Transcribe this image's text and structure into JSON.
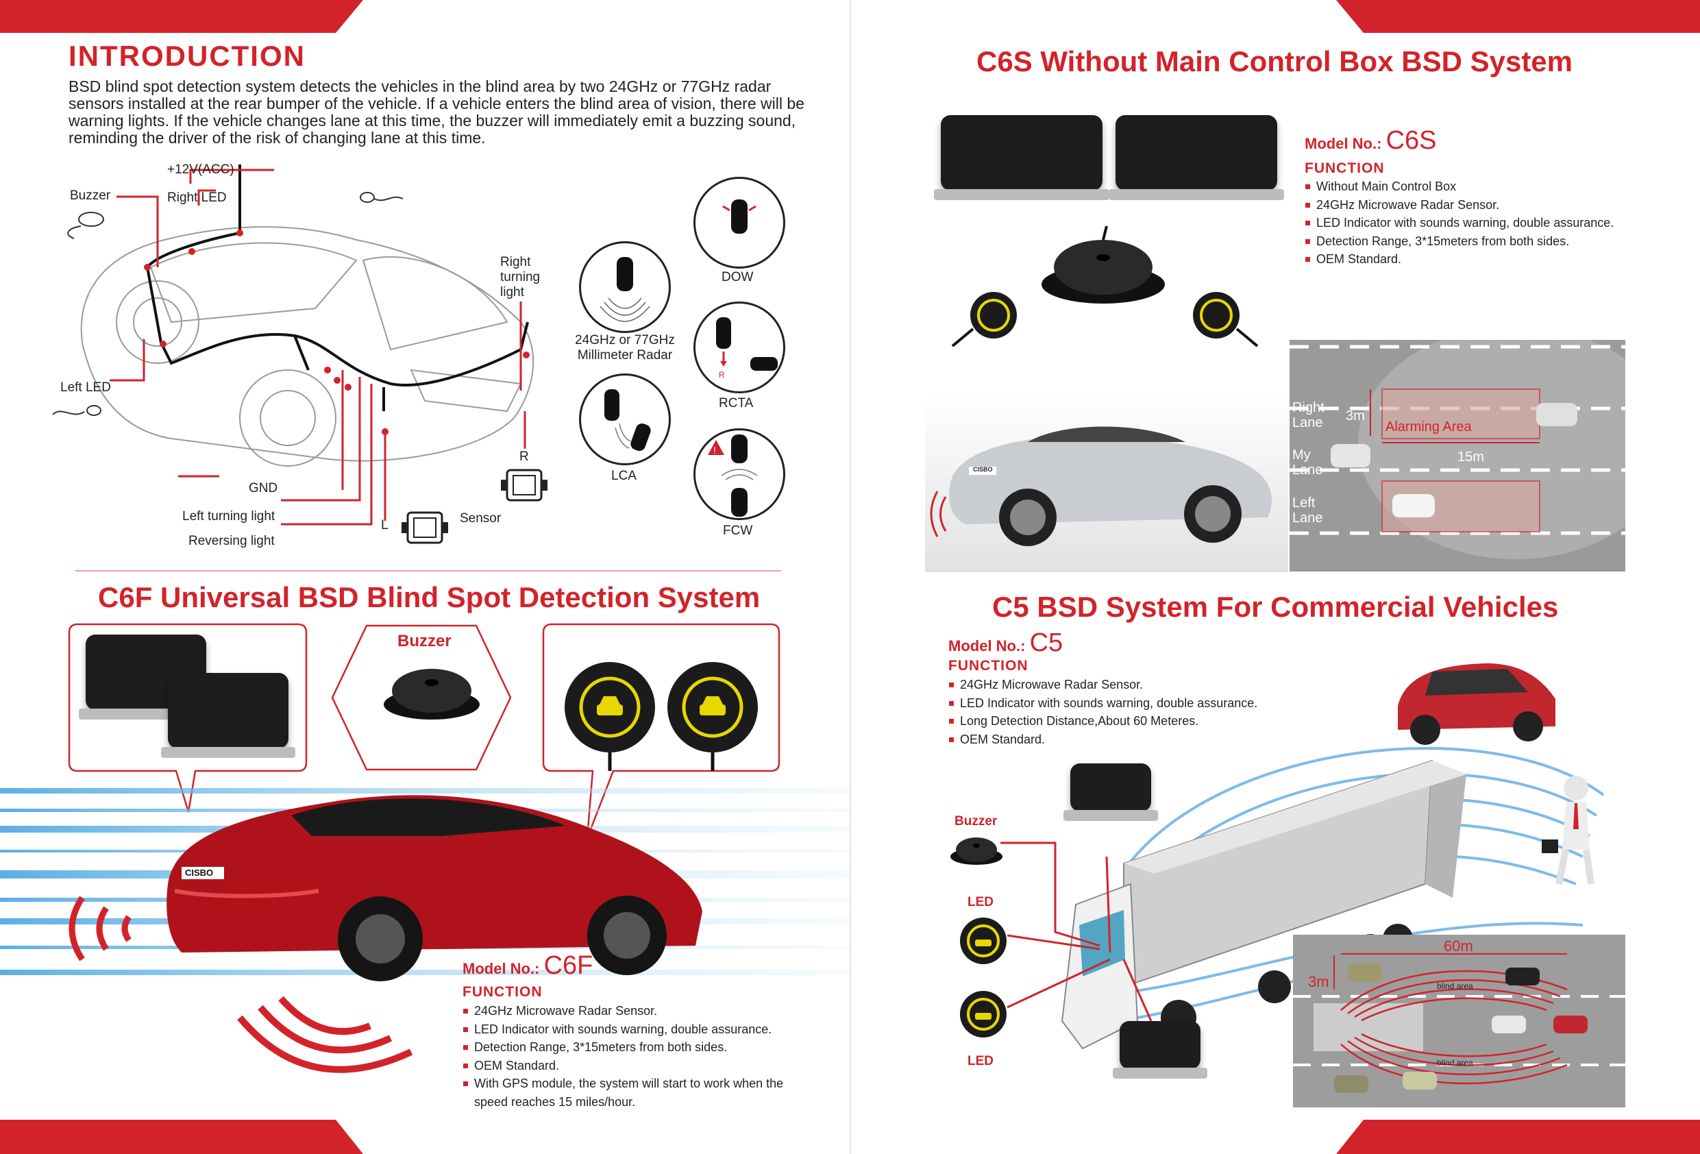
{
  "intro": {
    "title": "INTRODUCTION",
    "body": "BSD blind spot detection system detects the vehicles in the blind area by two 24GHz or 77GHz radar sensors installed at the rear bumper of the vehicle. If a vehicle enters the blind area of vision, there will be warning lights. If the vehicle changes lane at this time, the buzzer will immediately emit a buzzing sound, reminding the driver of the risk of changing lane at this time.",
    "diagram_labels": {
      "acc": "+12V(ACC)",
      "buzzer": "Buzzer",
      "right_led": "Right LED",
      "left_led": "Left LED",
      "right_turning": "Right turning light",
      "gnd": "GND",
      "left_turning": "Left turning light",
      "reversing": "Reversing light",
      "l": "L",
      "r": "R",
      "sensor": "Sensor"
    },
    "functions": {
      "radar": "24GHz or 77GHz Millimeter Radar",
      "dow": "DOW",
      "rcta": "RCTA",
      "lca": "LCA",
      "fcw": "FCW",
      "rcta_r": "R"
    }
  },
  "c6f": {
    "title": "C6F Universal BSD Blind Spot Detection System",
    "buzzer_label": "Buzzer",
    "model_label": "Model No.:",
    "model": "C6F",
    "function_label": "FUNCTION",
    "features": [
      "24GHz Microwave Radar Sensor.",
      "LED Indicator with sounds warning, double assurance.",
      "Detection Range, 3*15meters from both sides.",
      "OEM Standard.",
      "With GPS module, the system will start to work when the speed reaches 15 miles/hour."
    ],
    "car_badge": "CISBO"
  },
  "c6s": {
    "title": "C6S Without Main Control Box BSD System",
    "model_label": "Model No.:",
    "model": "C6S",
    "function_label": "FUNCTION",
    "features": [
      "Without Main Control Box",
      "24GHz Microwave Radar Sensor.",
      "LED Indicator with sounds warning, double assurance.",
      "Detection Range, 3*15meters from both sides.",
      "OEM Standard."
    ],
    "lanes": {
      "right": "Right Lane",
      "my": "My Lane",
      "left": "Left Lane",
      "alarm": "Alarming Area",
      "width": "3m",
      "length": "15m"
    },
    "car_badge": "CISBO"
  },
  "c5": {
    "title": "C5 BSD System For Commercial Vehicles",
    "model_label": "Model No.:",
    "model": "C5",
    "function_label": "FUNCTION",
    "features": [
      "24GHz Microwave Radar Sensor.",
      "LED Indicator with sounds warning, double assurance.",
      "Long Detection Distance,About 60 Meteres.",
      "OEM Standard."
    ],
    "buzzer_label": "Buzzer",
    "led_top": "LED",
    "led_bottom": "LED",
    "dist_len": "60m",
    "dist_w": "3m",
    "blind_area": "blind area"
  },
  "colors": {
    "accent": "#d2232a",
    "dark": "#1d1d1f"
  }
}
